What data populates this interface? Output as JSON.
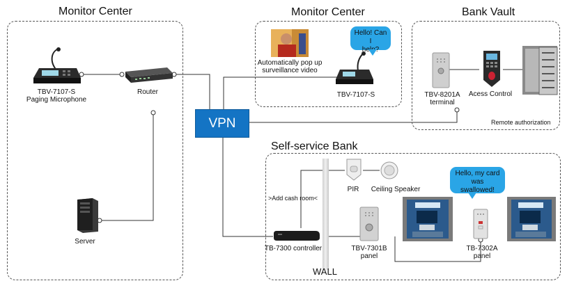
{
  "groups": {
    "monitor_center_left": "Monitor Center",
    "monitor_center_top": "Monitor Center",
    "bank_vault": "Bank Vault",
    "self_service_bank": "Self-service Bank"
  },
  "vpn": "VPN",
  "devices": {
    "paging_mic_line1": "TBV-7107-S",
    "paging_mic_line2": "Paging Microphone",
    "router": "Router",
    "server": "Server",
    "popup_line1": "Automatically pop up",
    "popup_line2": "surveillance video",
    "console_7107": "TBV-7107-S",
    "terminal_line1": "TBV-8201A",
    "terminal_line2": "terminal",
    "access_control": "Acess Control",
    "remote_auth": "Remote authorization",
    "pir": "PIR",
    "ceiling_speaker": "Ceiling Speaker",
    "add_cash_room": ">Add cash room<",
    "controller": "TB-7300 controller",
    "panel_7301_line1": "TBV-7301B",
    "panel_7301_line2": "panel",
    "panel_7302_line1": "TB-7302A",
    "panel_7302_line2": "panel",
    "wall": "WALL"
  },
  "bubbles": {
    "help_line1": "Hello! Can I",
    "help_line2": "help?",
    "card_line1": "Hello, my card",
    "card_line2": "was swallowed!"
  },
  "colors": {
    "vpn": "#1474c4",
    "bubble": "#2aa5e6",
    "line": "#333333"
  }
}
